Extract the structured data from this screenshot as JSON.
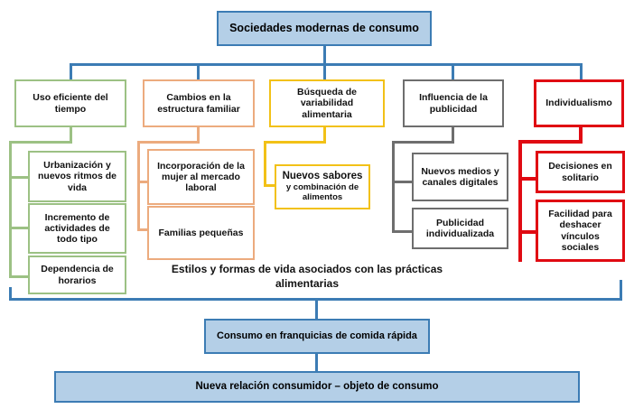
{
  "diagram": {
    "title_box": {
      "label": "Sociedades modernas de consumo"
    },
    "branches": [
      {
        "color": "#9cc184",
        "head": {
          "label": "Uso eficiente del tiempo"
        },
        "children": [
          {
            "label": "Urbanización y nuevos ritmos de vida"
          },
          {
            "label": "Incremento de actividades de todo tipo"
          },
          {
            "label": "Dependencia de horarios"
          }
        ]
      },
      {
        "color": "#ecab7e",
        "head": {
          "label": "Cambios en la estructura familiar"
        },
        "children": [
          {
            "label": "Incorporación de la mujer al mercado laboral"
          },
          {
            "label": "Familias pequeñas"
          }
        ]
      },
      {
        "color": "#f2c117",
        "head": {
          "label": "Búsqueda de variabilidad alimentaria"
        },
        "children": [
          {
            "label_main": "Nuevos sabores",
            "label_sub": "y combinación de alimentos"
          }
        ]
      },
      {
        "color": "#6e6e6e",
        "head": {
          "label": "Influencia de la publicidad"
        },
        "children": [
          {
            "label": "Nuevos medios y canales digitales"
          },
          {
            "label": "Publicidad individualizada"
          }
        ]
      },
      {
        "color": "#e00a12",
        "head": {
          "label": "Individualismo"
        },
        "children": [
          {
            "label": "Decisiones en solitario"
          },
          {
            "label": "Facilidad para deshacer vínculos sociales"
          }
        ]
      }
    ],
    "caption": "Estilos y formas de vida asociados con las prácticas alimentarias",
    "result_box": {
      "label": "Consumo  en franquicias  de comida rápida"
    },
    "conclusion_box": {
      "label": "Nueva relación consumidor – objeto de consumo"
    },
    "colors": {
      "blue_fill": "#b4cfe7",
      "blue_stroke": "#3c7cb4",
      "green": "#9cc184",
      "orange": "#ecab7e",
      "yellow": "#f2c117",
      "gray": "#6e6e6e",
      "red": "#e00a12"
    }
  }
}
